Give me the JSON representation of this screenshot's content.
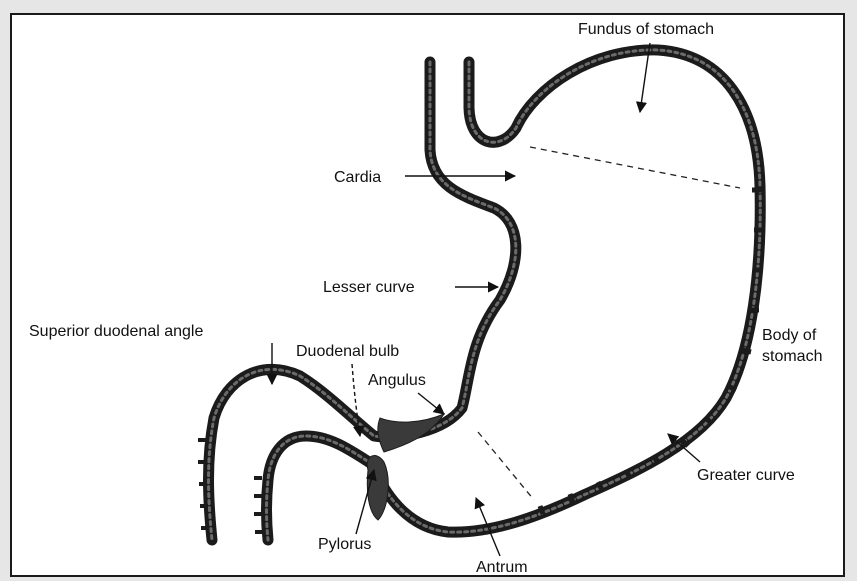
{
  "labels": {
    "fundus": "Fundus of stomach",
    "cardia": "Cardia",
    "lesser_curve": "Lesser curve",
    "superior_duodenal_angle": "Superior duodenal angle",
    "duodenal_bulb": "Duodenal bulb",
    "angulus": "Angulus",
    "body_line1": "Body of",
    "body_line2": "stomach",
    "greater_curve": "Greater curve",
    "pylorus": "Pylorus",
    "antrum": "Antrum"
  },
  "colors": {
    "background": "#e6e6e6",
    "panel": "#ffffff",
    "ink": "#1b1b1b"
  }
}
